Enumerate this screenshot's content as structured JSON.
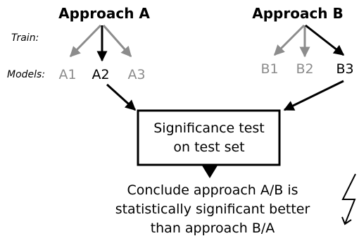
{
  "approach_a": {
    "title": "Approach A",
    "models": [
      {
        "label": "A1",
        "selected": false
      },
      {
        "label": "A2",
        "selected": true
      },
      {
        "label": "A3",
        "selected": false
      }
    ]
  },
  "approach_b": {
    "title": "Approach B",
    "models": [
      {
        "label": "B1",
        "selected": false
      },
      {
        "label": "B2",
        "selected": false
      },
      {
        "label": "B3",
        "selected": true
      }
    ]
  },
  "row_labels": {
    "train": "Train:",
    "models": "Models:"
  },
  "test_box": {
    "line1": "Significance test",
    "line2": "on test set"
  },
  "conclusion": {
    "line1": "Conclude approach A/B is",
    "line2": "statistically significant better",
    "line3": "than approach B/A"
  },
  "colors": {
    "selected": "#000000",
    "unselected": "#8c8c8c"
  },
  "icons": [
    "lightning-bolt-icon"
  ]
}
